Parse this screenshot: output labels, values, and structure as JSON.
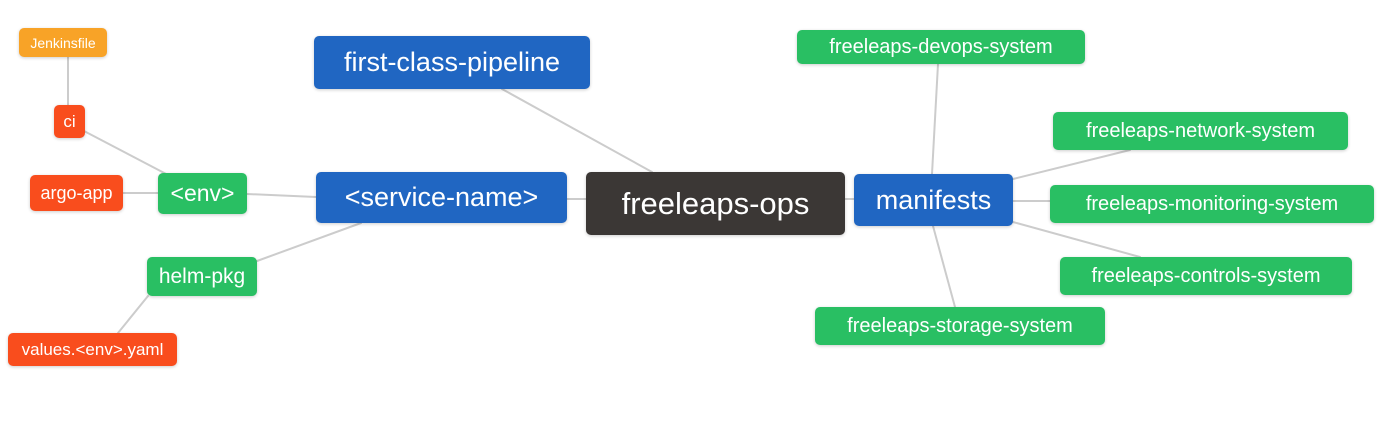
{
  "diagram": {
    "type": "mindmap",
    "root_label": "freeleaps-ops",
    "colors": {
      "branch_blue": "#2066c2",
      "leaf_green": "#29bf63",
      "leaf_red": "#f94d1d",
      "leaf_orange": "#f8a327",
      "root_dark": "#3b3735",
      "edge_line": "#cccccc",
      "node_text": "#ffffff",
      "background": "#ffffff"
    },
    "nodes": {
      "jenkinsfile": {
        "label": "Jenkinsfile",
        "color": "#f8a327"
      },
      "ci": {
        "label": "ci",
        "color": "#f94d1d"
      },
      "argo_app": {
        "label": "argo-app",
        "color": "#f94d1d"
      },
      "env": {
        "label": "<env>",
        "color": "#29bf63"
      },
      "helm_pkg": {
        "label": "helm-pkg",
        "color": "#29bf63"
      },
      "values_env_yaml": {
        "label": "values.<env>.yaml",
        "color": "#f94d1d"
      },
      "first_class_pipeline": {
        "label": "first-class-pipeline",
        "color": "#2066c2"
      },
      "service_name": {
        "label": "<service-name>",
        "color": "#2066c2"
      },
      "freeleaps_ops": {
        "label": "freeleaps-ops",
        "color": "#3b3735"
      },
      "manifests": {
        "label": "manifests",
        "color": "#2066c2"
      },
      "devops_system": {
        "label": "freeleaps-devops-system",
        "color": "#29bf63"
      },
      "network_system": {
        "label": "freeleaps-network-system",
        "color": "#29bf63"
      },
      "monitoring_system": {
        "label": "freeleaps-monitoring-system",
        "color": "#29bf63"
      },
      "controls_system": {
        "label": "freeleaps-controls-system",
        "color": "#29bf63"
      },
      "storage_system": {
        "label": "freeleaps-storage-system",
        "color": "#29bf63"
      }
    },
    "edges": [
      {
        "from": "ci",
        "to": "jenkinsfile"
      },
      {
        "from": "env",
        "to": "ci"
      },
      {
        "from": "env",
        "to": "argo_app"
      },
      {
        "from": "service_name",
        "to": "env"
      },
      {
        "from": "service_name",
        "to": "helm_pkg"
      },
      {
        "from": "helm_pkg",
        "to": "values_env_yaml"
      },
      {
        "from": "freeleaps_ops",
        "to": "first_class_pipeline"
      },
      {
        "from": "freeleaps_ops",
        "to": "service_name"
      },
      {
        "from": "freeleaps_ops",
        "to": "manifests"
      },
      {
        "from": "manifests",
        "to": "devops_system"
      },
      {
        "from": "manifests",
        "to": "network_system"
      },
      {
        "from": "manifests",
        "to": "monitoring_system"
      },
      {
        "from": "manifests",
        "to": "controls_system"
      },
      {
        "from": "manifests",
        "to": "storage_system"
      }
    ]
  }
}
